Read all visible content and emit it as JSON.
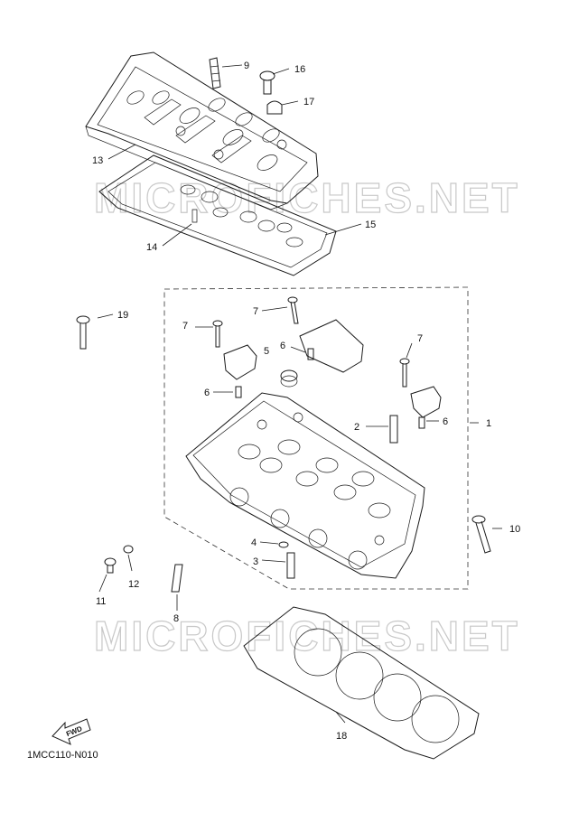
{
  "watermark": "MICROFICHES.NET",
  "diagram_code": "1MCC110-N010",
  "fwd_label": "FWD",
  "callouts": [
    {
      "id": "1",
      "label": "1"
    },
    {
      "id": "2",
      "label": "2"
    },
    {
      "id": "3",
      "label": "3"
    },
    {
      "id": "4",
      "label": "4"
    },
    {
      "id": "5",
      "label": "5"
    },
    {
      "id": "6a",
      "label": "6"
    },
    {
      "id": "6b",
      "label": "6"
    },
    {
      "id": "6c",
      "label": "6"
    },
    {
      "id": "7a",
      "label": "7"
    },
    {
      "id": "7b",
      "label": "7"
    },
    {
      "id": "7c",
      "label": "7"
    },
    {
      "id": "8",
      "label": "8"
    },
    {
      "id": "9",
      "label": "9"
    },
    {
      "id": "10",
      "label": "10"
    },
    {
      "id": "11",
      "label": "11"
    },
    {
      "id": "12",
      "label": "12"
    },
    {
      "id": "13",
      "label": "13"
    },
    {
      "id": "14",
      "label": "14"
    },
    {
      "id": "15",
      "label": "15"
    },
    {
      "id": "16",
      "label": "16"
    },
    {
      "id": "17",
      "label": "17"
    },
    {
      "id": "18",
      "label": "18"
    },
    {
      "id": "19",
      "label": "19"
    }
  ]
}
